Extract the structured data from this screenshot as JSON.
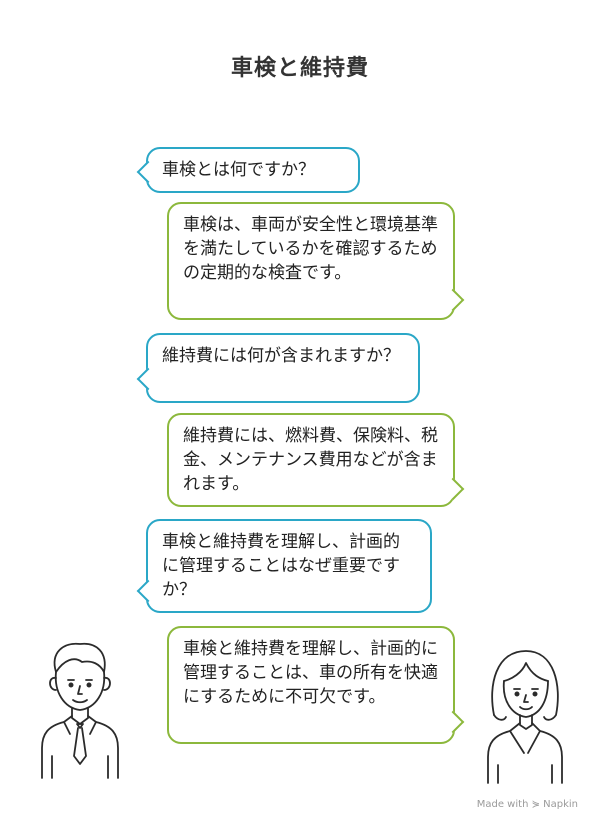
{
  "title": "車検と維持費",
  "dialog": [
    {
      "role": "question",
      "text": "車検とは何ですか？"
    },
    {
      "role": "answer",
      "text": "車検は、車両が安全性と環境基準を満たしているかを確認するための定期的な検査です。"
    },
    {
      "role": "question",
      "text": "維持費には何が含まれますか？"
    },
    {
      "role": "answer",
      "text": "維持費には、燃料費、保険料、税金、メンテナンス費用などが含まれます。"
    },
    {
      "role": "question",
      "text": "車検と維持費を理解し、計画的に管理することはなぜ重要ですか？"
    },
    {
      "role": "answer",
      "text": "車検と維持費を理解し、計画的に管理することは、車の所有を快適にするために不可欠です。"
    }
  ],
  "characters": {
    "left": "man-avatar",
    "right": "woman-avatar"
  },
  "colors": {
    "question": "#2aa7c7",
    "answer": "#8cb83c"
  },
  "footer": "Made with ⋟ Napkin"
}
